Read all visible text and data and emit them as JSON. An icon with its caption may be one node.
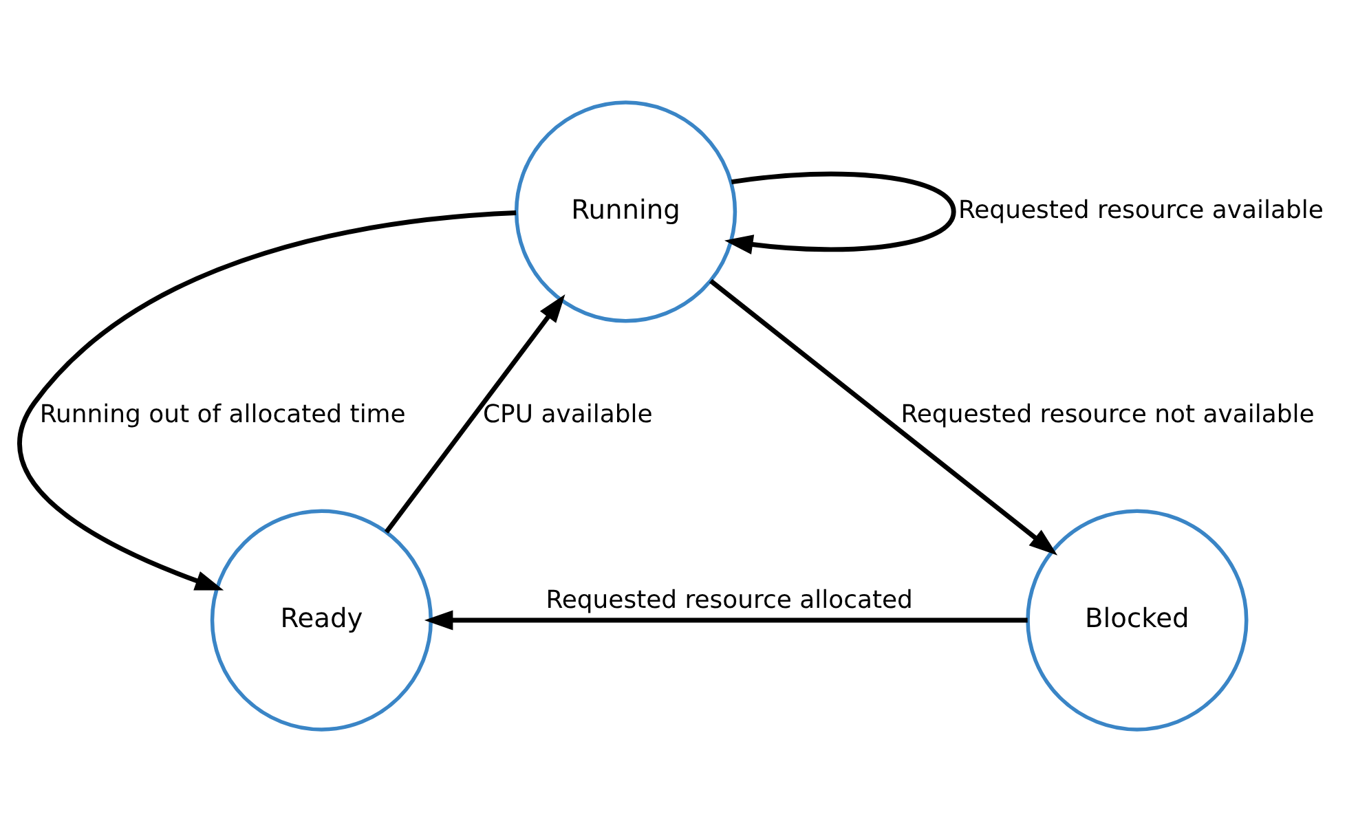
{
  "diagram": {
    "nodes": [
      {
        "text": [
          "Running"
        ]
      },
      {
        "text": [
          "Ready"
        ]
      },
      {
        "text": [
          "Blocked"
        ]
      }
    ],
    "edges": [
      {
        "from": 0,
        "to": 0,
        "arrow": "to",
        "label": "Requested resource available"
      },
      {
        "from": 1,
        "to": 0,
        "arrow": "to",
        "label": "CPU available"
      },
      {
        "from": 0,
        "to": 2,
        "arrow": "to",
        "label": "Requested resource not available"
      },
      {
        "from": 0,
        "to": 1,
        "arrow": "to",
        "label": "Running out of allocated time"
      },
      {
        "from": 2,
        "to": 1,
        "arrow": "to",
        "label": "Requested resource allocated"
      }
    ]
  }
}
